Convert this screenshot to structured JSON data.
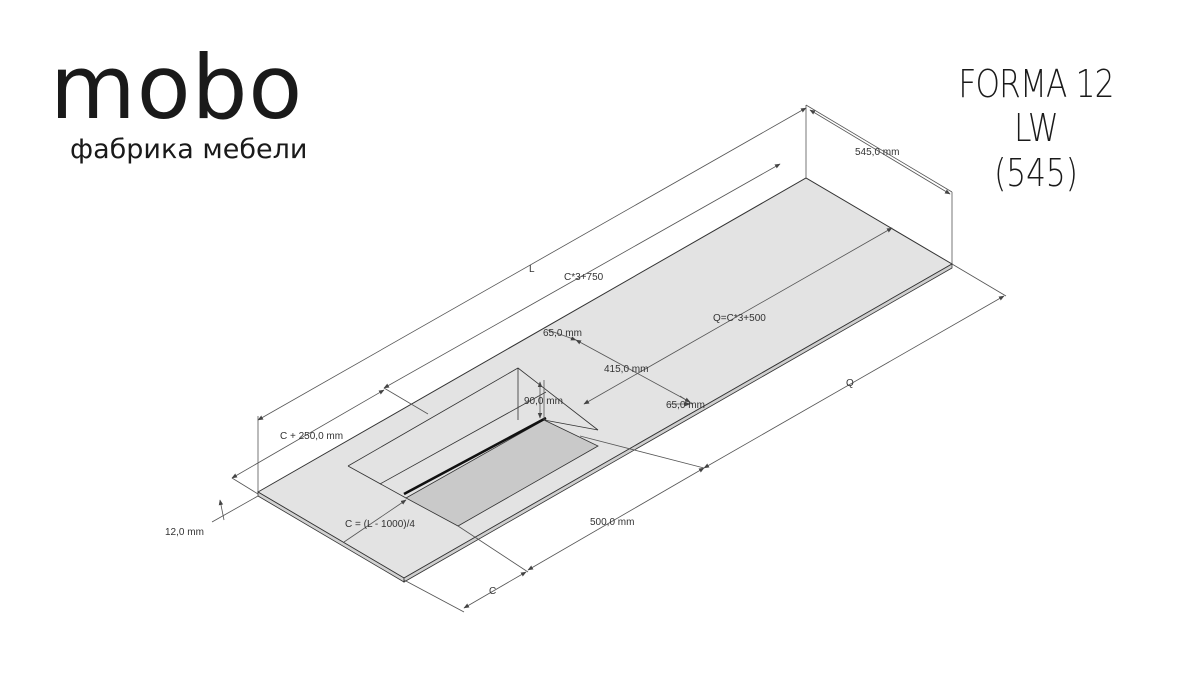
{
  "brand": {
    "name": "mobo",
    "tagline": "фабрика мебели"
  },
  "product": {
    "model": "FORMA 12 LW",
    "size": "(545)"
  },
  "dimensions": {
    "width": "545,0 mm",
    "length": "L",
    "length_formula": "C*3+750",
    "q_formula": "Q=C*3+500",
    "q": "Q",
    "rim_top": "65,0 mm",
    "bowl_width": "415,0 mm",
    "rim_right": "65,0 mm",
    "depth": "90,0 mm",
    "offset": "C + 250,0 mm",
    "thickness": "12,0 mm",
    "c_formula": "C = (L - 1000)/4",
    "bowl_length": "500,0 mm",
    "c": "C"
  },
  "colors": {
    "surface": "#e3e3e3",
    "bowl_floor": "#c9c9c9",
    "line": "#333333",
    "dim_line": "#555555"
  }
}
